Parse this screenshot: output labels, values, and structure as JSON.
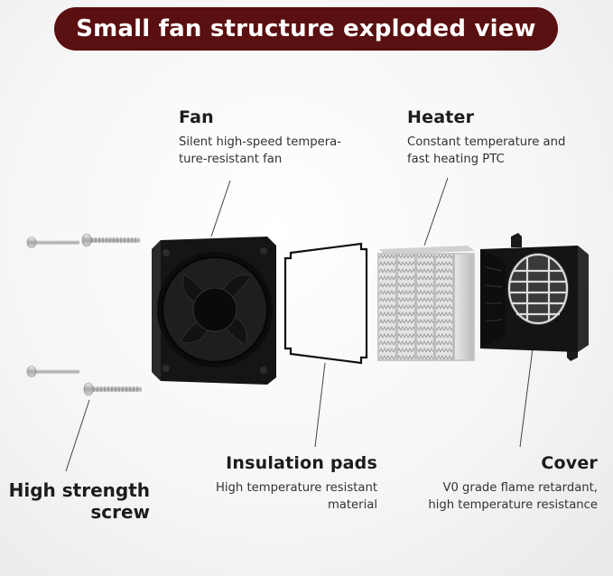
{
  "title": "Small fan structure exploded view",
  "parts": {
    "fan": {
      "name": "Fan",
      "desc_line1": "Silent high-speed tempera-",
      "desc_line2": "ture-resistant fan"
    },
    "heater": {
      "name": "Heater",
      "desc_line1": "Constant temperature and",
      "desc_line2": "fast heating PTC"
    },
    "insulation": {
      "name": "Insulation pads",
      "desc_line1": "High temperature resistant",
      "desc_line2": "material"
    },
    "cover": {
      "name": "Cover",
      "desc_line1": "V0 grade flame retardant,",
      "desc_line2": "high temperature resistance"
    },
    "screw": {
      "name_line1": "High strength",
      "name_line2": "screw"
    }
  },
  "colors": {
    "title_bg": "#5a0f10",
    "title_text": "#ffffff",
    "part_black": "#111111"
  },
  "icons": [
    "screw-icon",
    "fan-icon",
    "insulation-pad-icon",
    "heater-icon",
    "cover-icon"
  ]
}
